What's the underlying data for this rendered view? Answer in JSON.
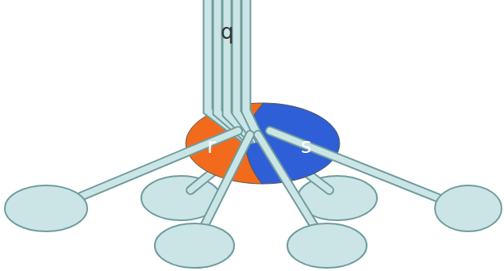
{
  "diagram": {
    "labels": [
      "q",
      "r",
      "s"
    ]
  }
}
